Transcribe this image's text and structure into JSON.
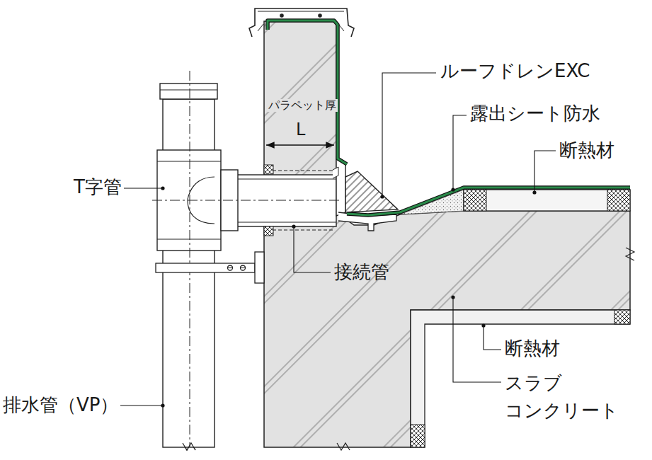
{
  "diagram": {
    "labels": [
      "ルーフドレンEXC",
      "露出シート防水",
      "断熱材",
      "T字管",
      "パラペット厚",
      "L",
      "接続管",
      "断熱材",
      "スラブ コンクリート",
      "排水管（VP）"
    ]
  }
}
